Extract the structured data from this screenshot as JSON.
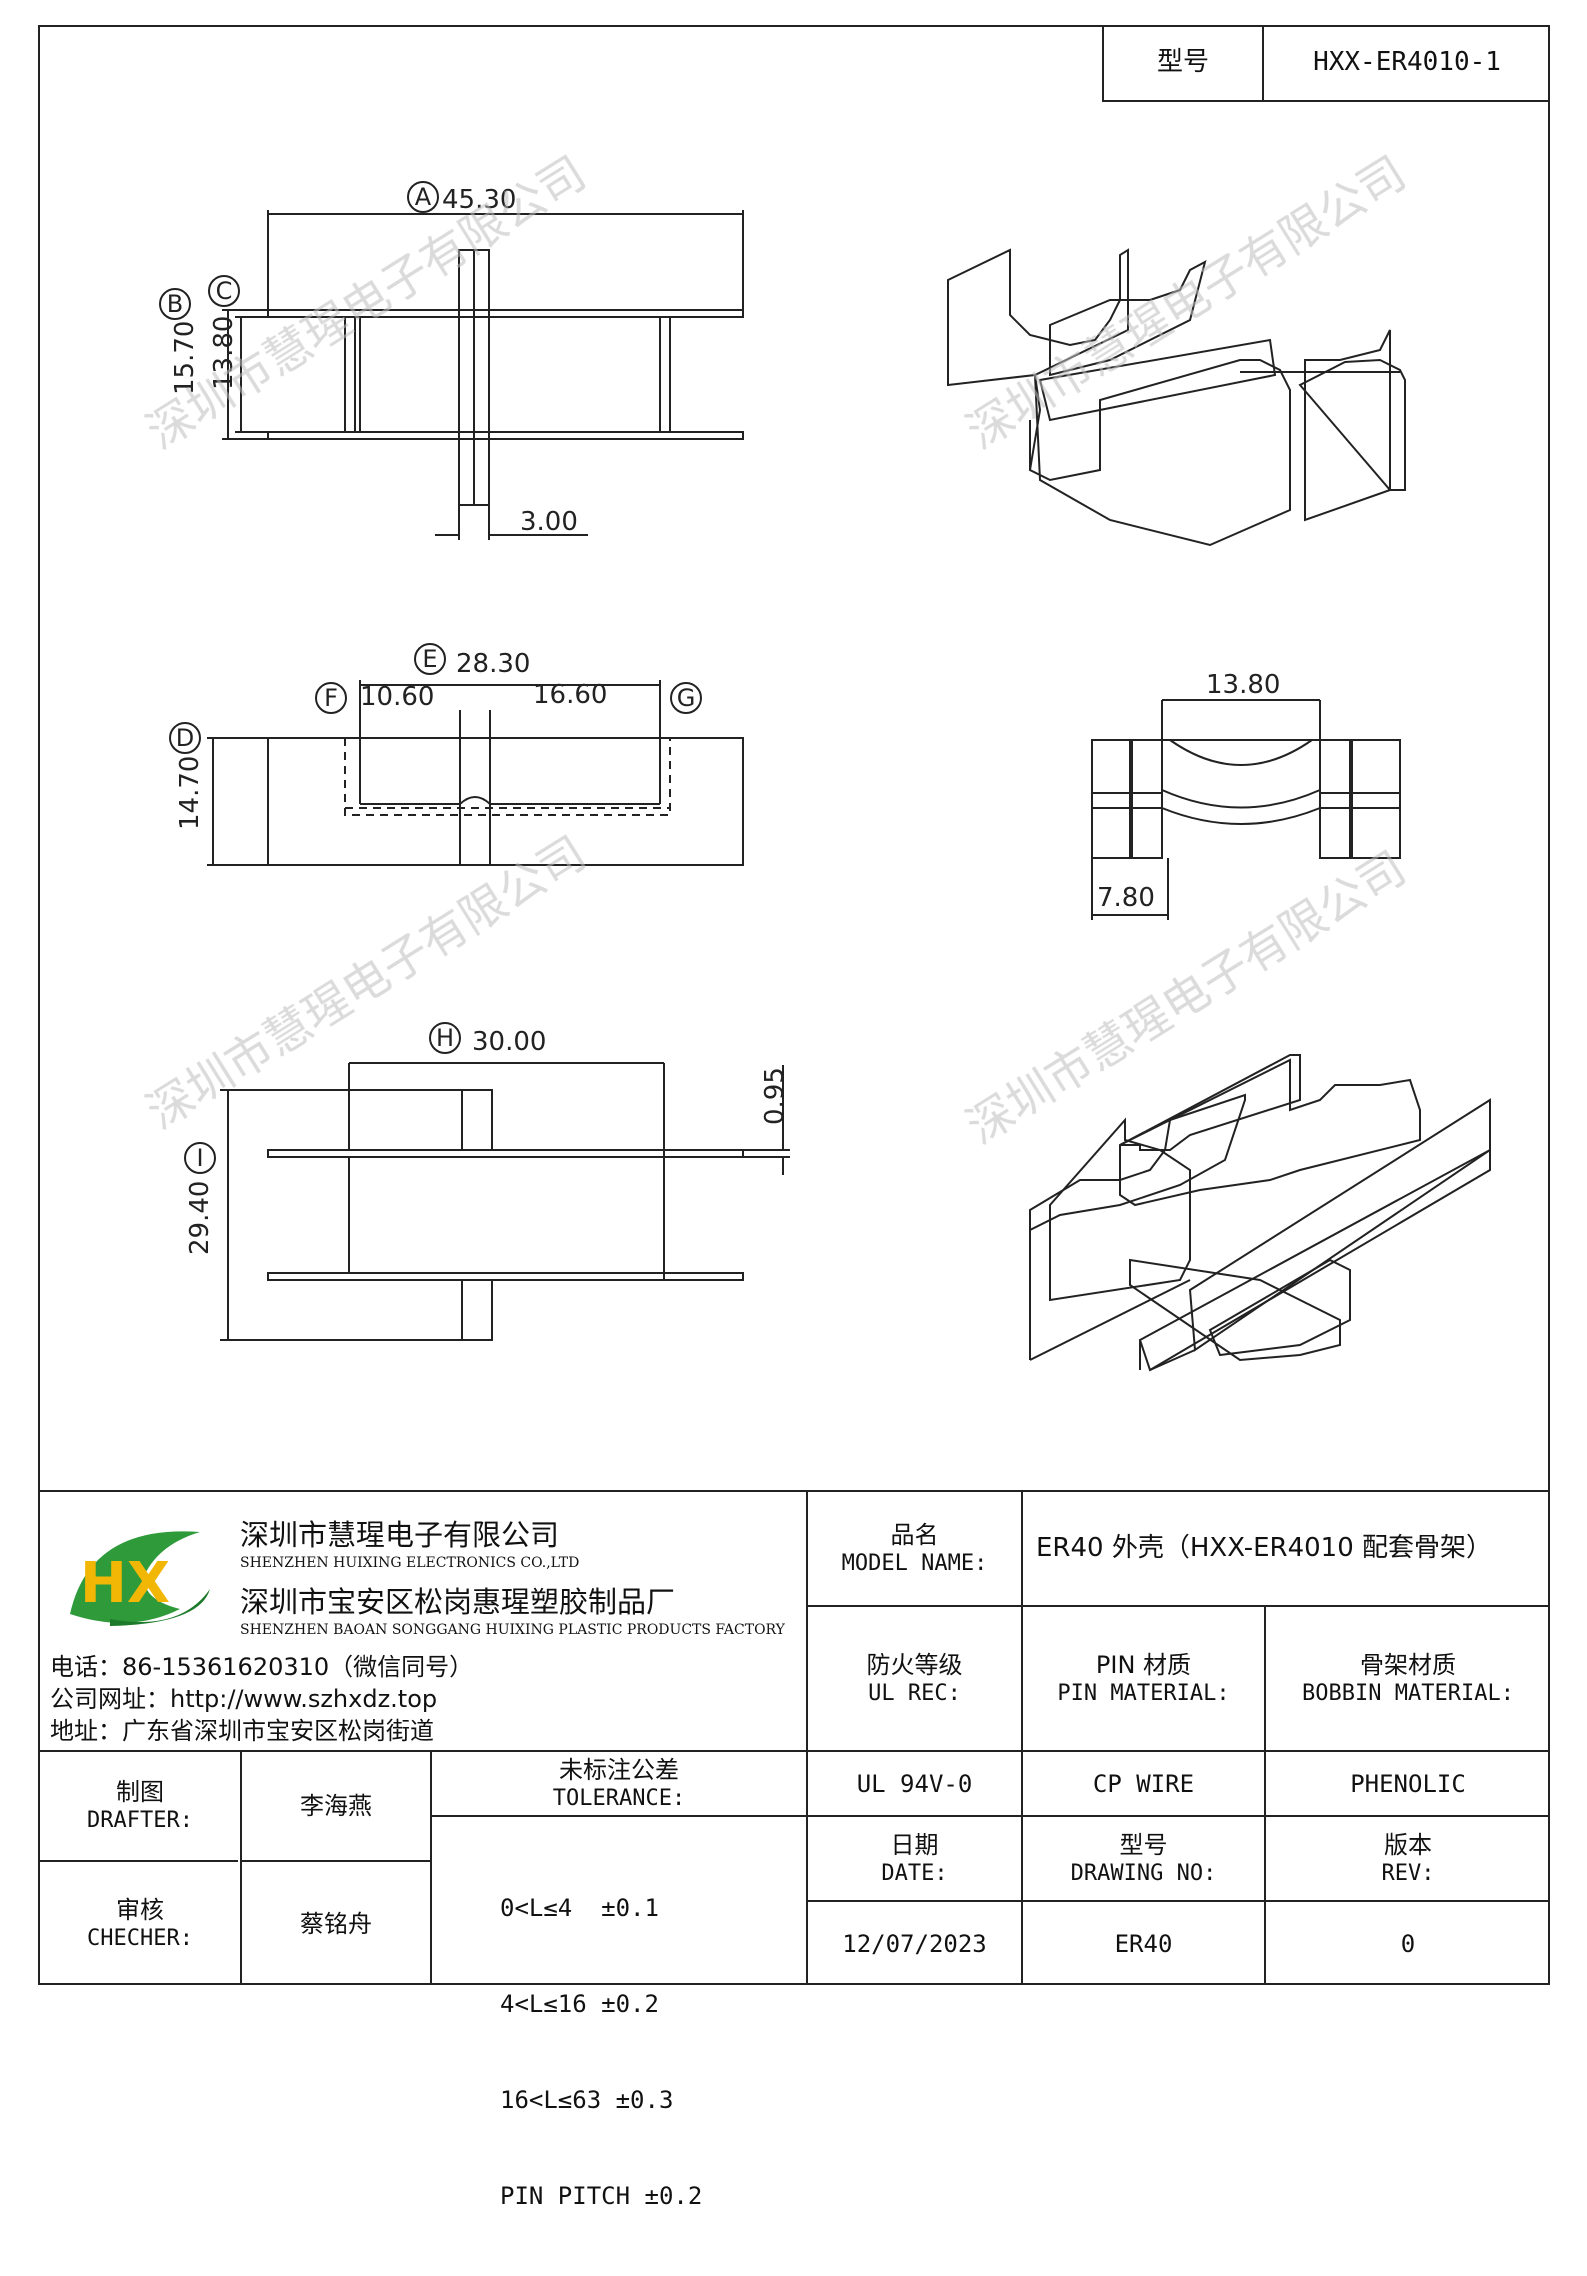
{
  "header": {
    "model_label": "型号",
    "model_value": "HXX-ER4010-1"
  },
  "dimensions": {
    "A": {
      "letter": "A",
      "value": "45.30"
    },
    "B": {
      "letter": "B",
      "value": "15.70"
    },
    "C": {
      "letter": "C",
      "value": "13.80"
    },
    "pin_width": "3.00",
    "D": {
      "letter": "D",
      "value": "14.70"
    },
    "E": {
      "letter": "E",
      "value": "28.30"
    },
    "F": {
      "letter": "F",
      "value": "10.60"
    },
    "G": {
      "letter": "G",
      "value": "16.60"
    },
    "side_top": "13.80",
    "side_bottom": "7.80",
    "H": {
      "letter": "H",
      "value": "30.00"
    },
    "I": {
      "letter": "I",
      "value": "29.40"
    },
    "thickness": "0.95"
  },
  "watermark": "深圳市慧瑆电子有限公司",
  "company": {
    "logo_letters": "HX",
    "name_cn": "深圳市慧瑆电子有限公司",
    "name_en": "SHENZHEN HUIXING ELECTRONICS CO.,LTD",
    "factory_cn": "深圳市宝安区松岗惠瑆塑胶制品厂",
    "factory_en": "SHENZHEN BAOAN SONGGANG HUIXING PLASTIC PRODUCTS FACTORY",
    "phone": "电话：86-15361620310（微信同号）",
    "website": "公司网址：http://www.szhxdz.top",
    "address": "地址：广东省深圳市宝安区松岗街道"
  },
  "title_block": {
    "model_name_cn": "品名",
    "model_name_en": "MODEL NAME:",
    "model_name_value": "ER40 外壳（HXX-ER4010 配套骨架）",
    "ul_cn": "防火等级",
    "ul_en": "UL REC:",
    "pin_cn": "PIN 材质",
    "pin_en": "PIN MATERIAL:",
    "bobbin_cn": "骨架材质",
    "bobbin_en": "BOBBIN MATERIAL:",
    "ul_value": "UL 94V-0",
    "pin_value": "CP WIRE",
    "bobbin_value": "PHENOLIC",
    "date_cn": "日期",
    "date_en": "DATE:",
    "drawing_cn": "型号",
    "drawing_en": "DRAWING NO:",
    "rev_cn": "版本",
    "rev_en": "REV:",
    "date_value": "12/07/2023",
    "drawing_value": "ER40",
    "rev_value": "0",
    "drafter_cn": "制图",
    "drafter_en": "DRAFTER:",
    "drafter_value": "李海燕",
    "checker_cn": "审核",
    "checker_en": "CHECHER:",
    "checker_value": "蔡铭舟",
    "tolerance_cn": "未标注公差",
    "tolerance_en": "TOLERANCE:",
    "tolerance_lines": [
      "0<L≤4  ±0.1",
      "4<L≤16 ±0.2",
      "16<L≤63 ±0.3",
      "PIN PITCH ±0.2"
    ]
  }
}
